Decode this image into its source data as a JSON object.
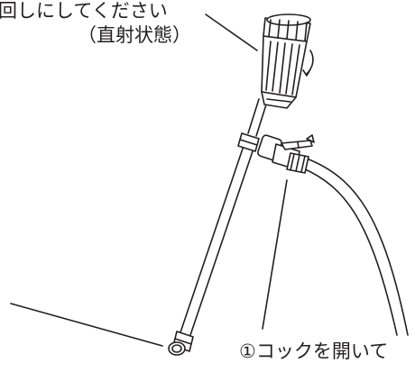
{
  "labels": {
    "top_line1": "回しにしてください",
    "top_line2": "（直射状態）",
    "bottom": "①コックを開いて"
  },
  "colors": {
    "line": "#231f20",
    "background": "#ffffff"
  }
}
